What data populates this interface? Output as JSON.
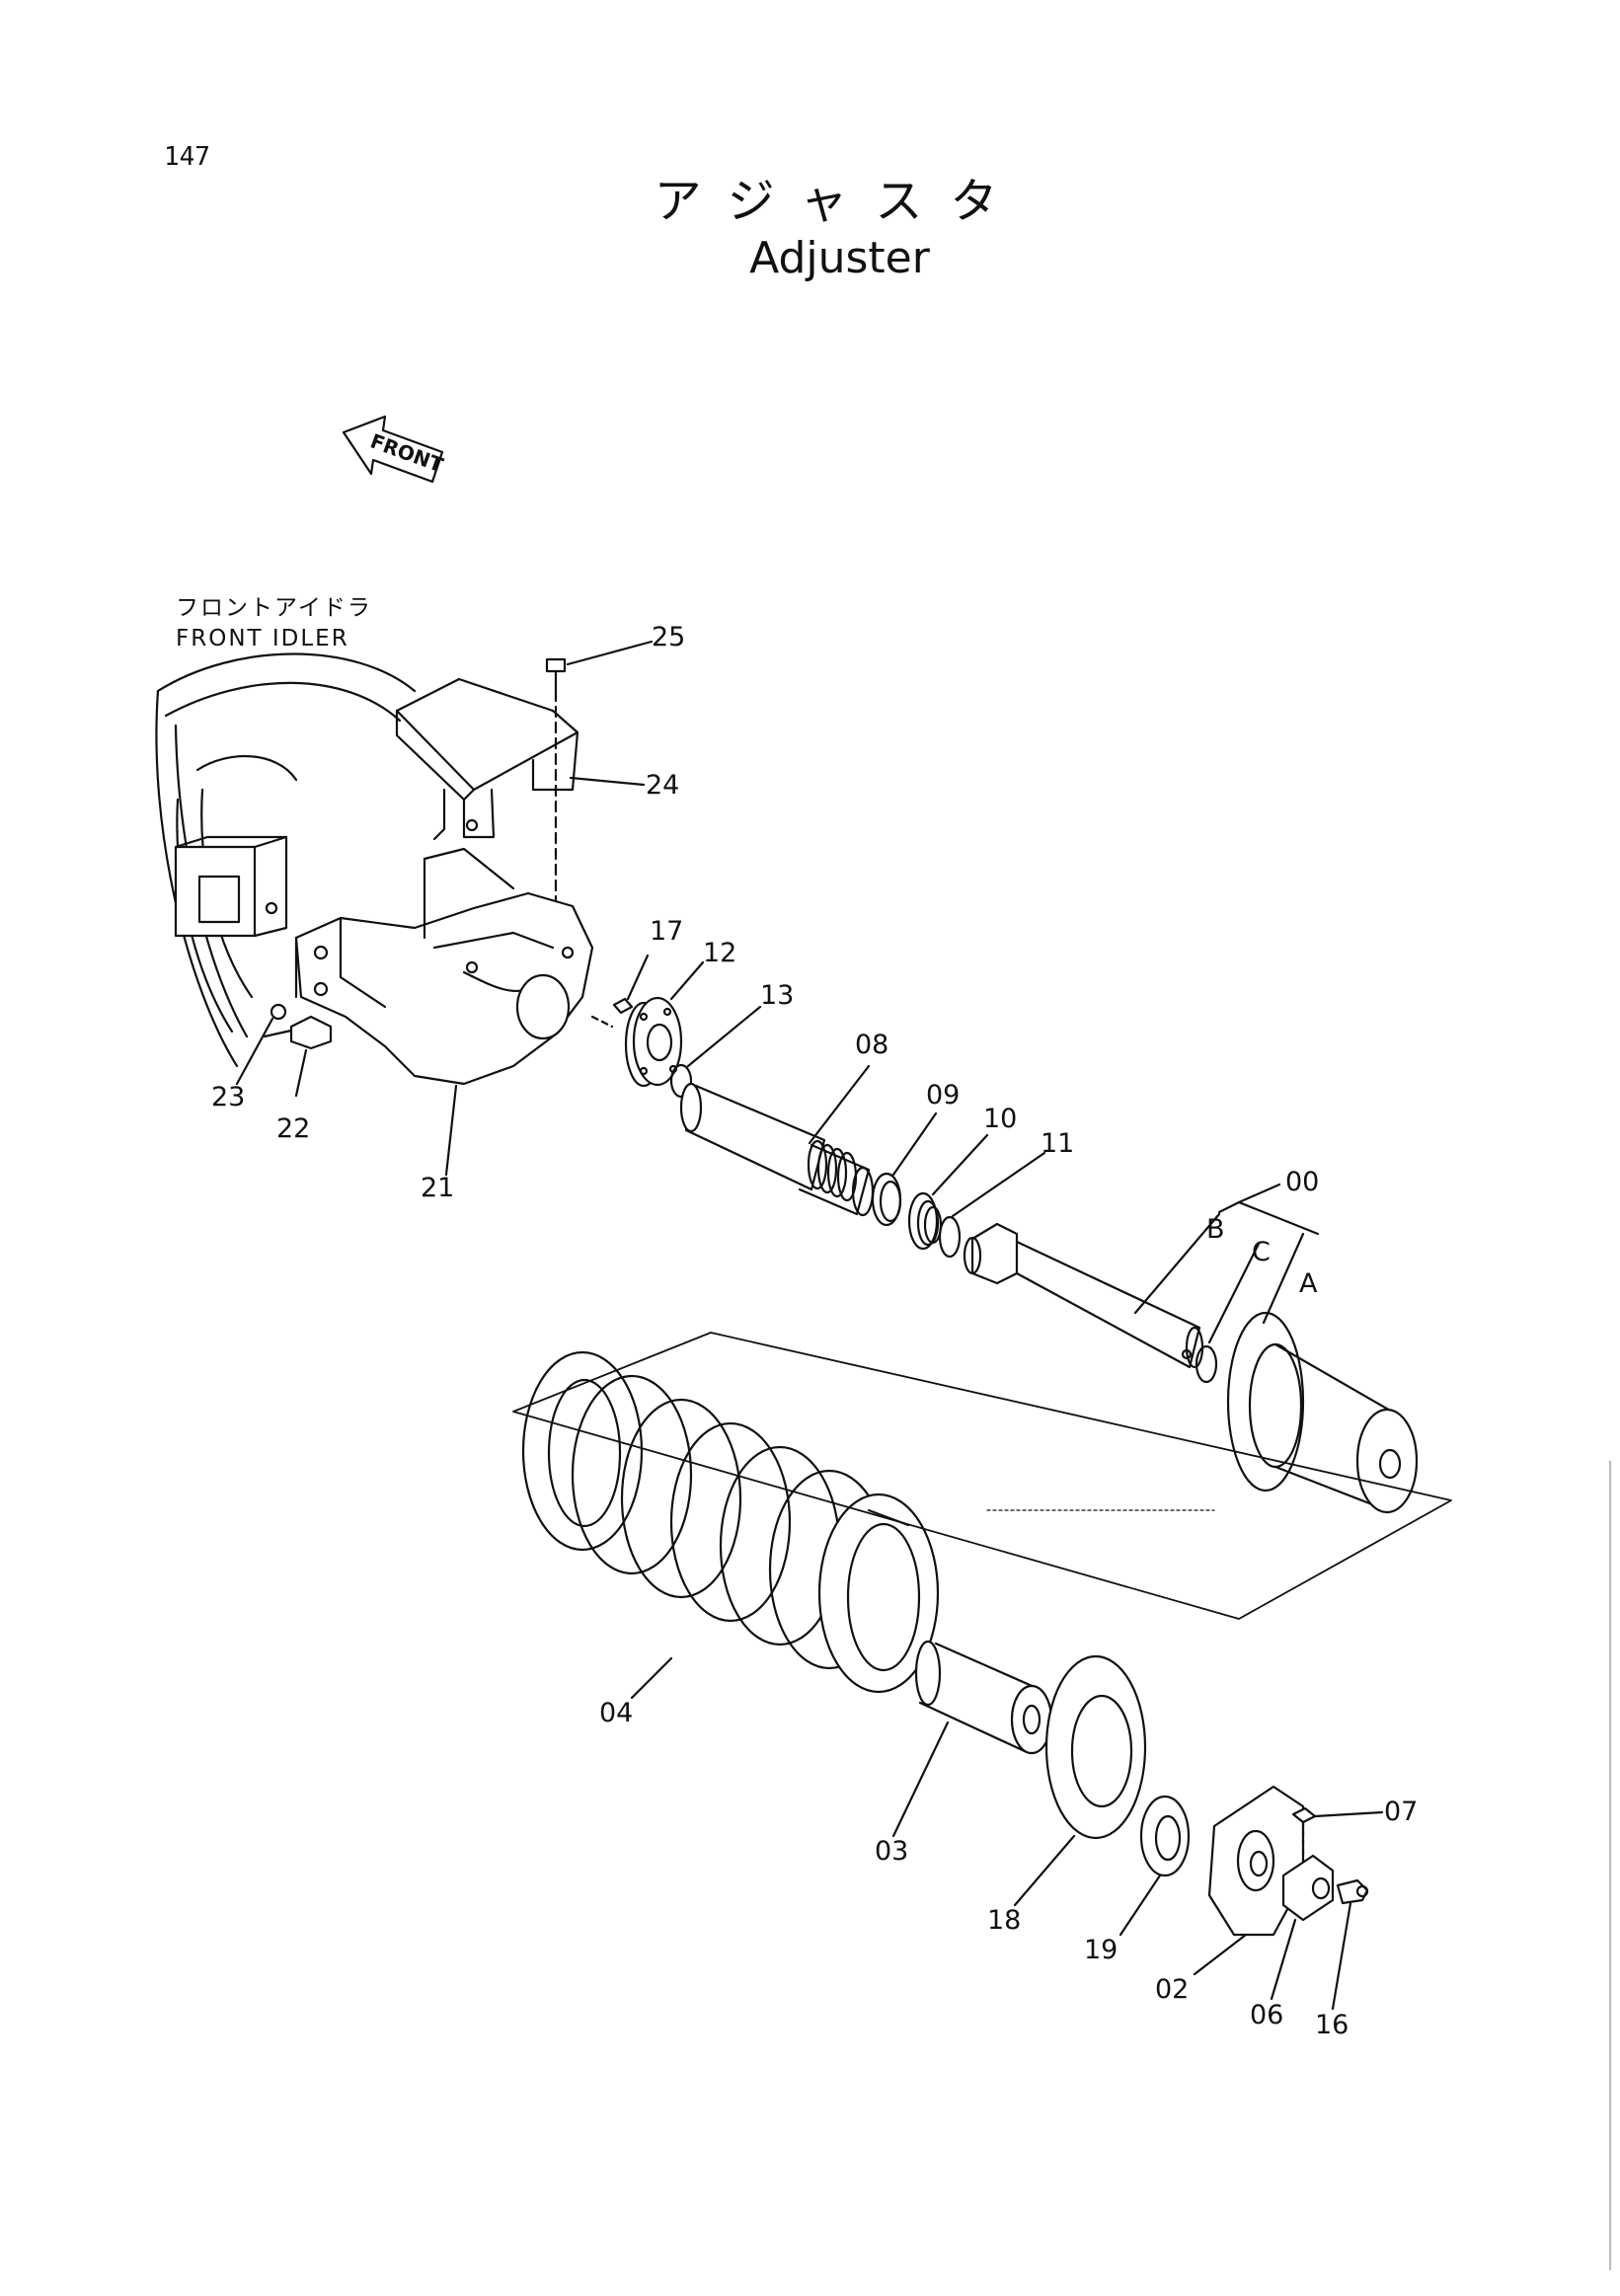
{
  "page": {
    "number": "147"
  },
  "title": {
    "japanese": "アジャスタ",
    "english": "Adjuster"
  },
  "front_arrow": {
    "label": "FRONT",
    "icon": "front-direction-arrow-icon"
  },
  "context_part": {
    "japanese": "フロントアイドラ",
    "english": "FRONT IDLER"
  },
  "callouts": {
    "p25": "25",
    "p24": "24",
    "p17": "17",
    "p12": "12",
    "p13": "13",
    "p08": "08",
    "p09": "09",
    "p10": "10",
    "p11": "11",
    "p00": "00",
    "pB": "B",
    "pC": "C",
    "pA": "A",
    "p23": "23",
    "p22": "22",
    "p21": "21",
    "p04": "04",
    "p03": "03",
    "p18": "18",
    "p19": "19",
    "p02": "02",
    "p06": "06",
    "p16": "16",
    "p07": "07"
  },
  "colors": {
    "ink": "#111111",
    "paper": "#ffffff"
  }
}
